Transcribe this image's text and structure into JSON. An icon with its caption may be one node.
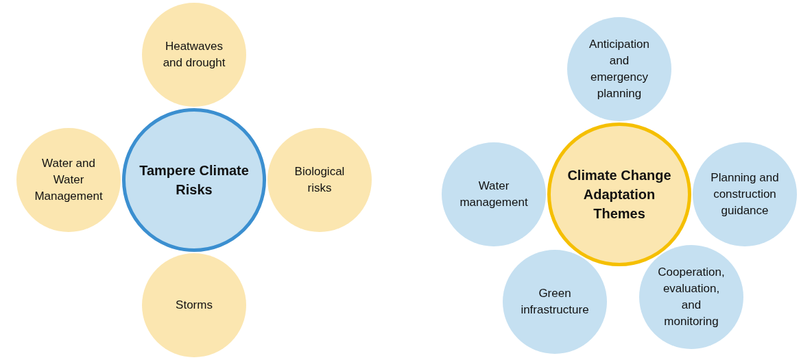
{
  "diagram": {
    "nodes": [
      {
        "text": [
          "Heatwaves and drought"
        ]
      },
      {
        "text": [
          "Water and Water Management"
        ]
      },
      {
        "text": [
          "Tampere Climate Risks"
        ]
      },
      {
        "text": [
          "Biological risks"
        ]
      },
      {
        "text": [
          "Storms"
        ]
      },
      {
        "text": [
          "Anticipation and emergency planning"
        ]
      },
      {
        "text": [
          "Water management"
        ]
      },
      {
        "text": [
          "Climate Change Adaptation Themes"
        ]
      },
      {
        "text": [
          "Planning and construction guidance"
        ]
      },
      {
        "text": [
          "Green infrastructure"
        ]
      },
      {
        "text": [
          "Cooperation, evaluation, and monitoring"
        ]
      }
    ]
  }
}
